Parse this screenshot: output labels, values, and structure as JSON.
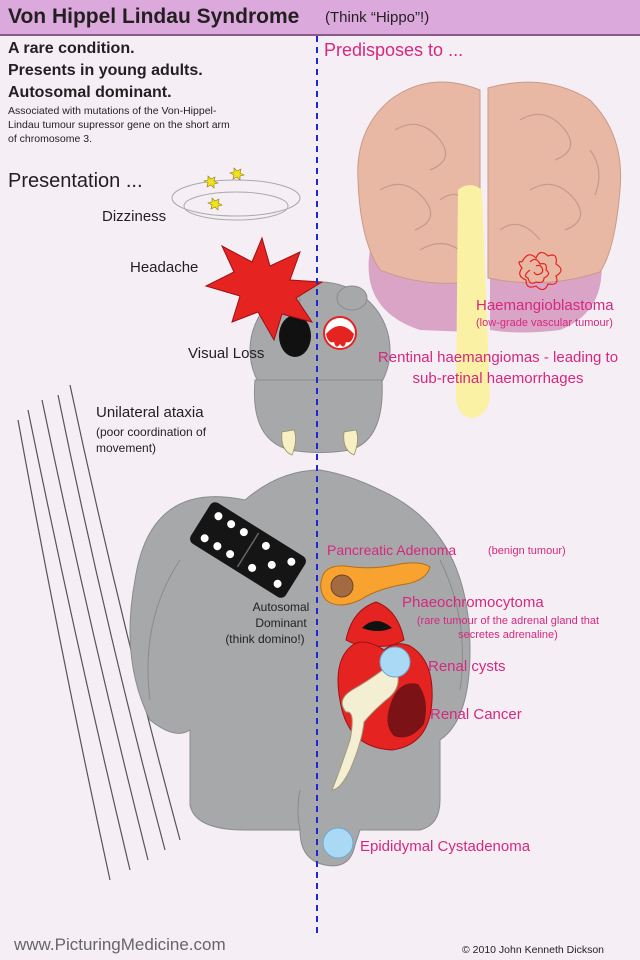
{
  "title": "Von Hippel Lindau Syndrome",
  "title_note": "(Think “Hippo”!)",
  "intro": {
    "line1": "A rare condition.",
    "line2": "Presents in young adults.",
    "line3": "Autosomal dominant.",
    "note": "Associated with mutations of the Von-Hippel-Lindau tumour supressor gene on the short arm of chromosome 3."
  },
  "presentation": {
    "heading": "Presentation ...",
    "dizziness": "Dizziness",
    "headache": "Headache",
    "visual_loss": "Visual Loss",
    "ataxia": "Unilateral ataxia",
    "ataxia_note": "(poor coordination of movement)"
  },
  "domino": {
    "line1": "Autosomal",
    "line2": "Dominant",
    "line3": "(think domino!)"
  },
  "predisposes": {
    "heading": "Predisposes to ...",
    "haemangioblastoma": "Haemangioblastoma",
    "haemangioblastoma_note": "(low-grade vascular tumour)",
    "retinal": "Rentinal haemangiomas - leading to sub-retinal haemorrhages",
    "pancreatic": "Pancreatic Adenoma",
    "pancreatic_note": "(benign tumour)",
    "phaeo": "Phaeochromocytoma",
    "phaeo_note": "(rare tumour of the adrenal gland that secretes adrenaline)",
    "renal_cysts": "Renal cysts",
    "renal_cancer": "Renal Cancer",
    "epididymal": "Epididymal Cystadenoma"
  },
  "footer": {
    "website": "www.PicturingMedicine.com",
    "copyright": "© 2010 John Kenneth Dickson"
  },
  "colors": {
    "header": "#dca9dc",
    "accent": "#d6287e",
    "divider": "#1a2bd6",
    "hippo": "#a7a8aa"
  }
}
